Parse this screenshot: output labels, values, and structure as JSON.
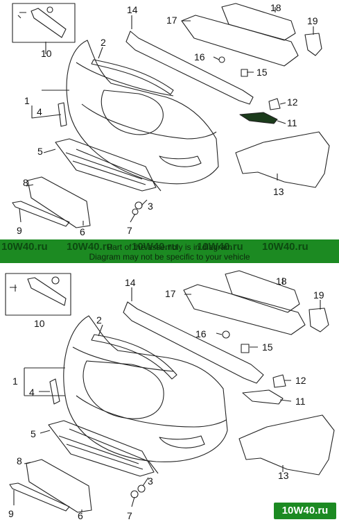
{
  "banner": {
    "line1": "Part of the assembly is in diagram",
    "line2": "Diagram may not be specific to your vehicle",
    "watermark": "10W40.ru"
  },
  "logo": {
    "text": "10W40.ru"
  },
  "top_callouts": [
    "14",
    "18",
    "17",
    "19",
    "10",
    "2",
    "16",
    "15",
    "1",
    "12",
    "4",
    "11",
    "5",
    "13",
    "8",
    "3",
    "9",
    "6",
    "7"
  ],
  "bottom_callouts": [
    "14",
    "18",
    "17",
    "19",
    "2",
    "16",
    "15",
    "10",
    "1",
    "12",
    "4",
    "11",
    "5",
    "13",
    "8",
    "3",
    "9",
    "6",
    "7"
  ]
}
